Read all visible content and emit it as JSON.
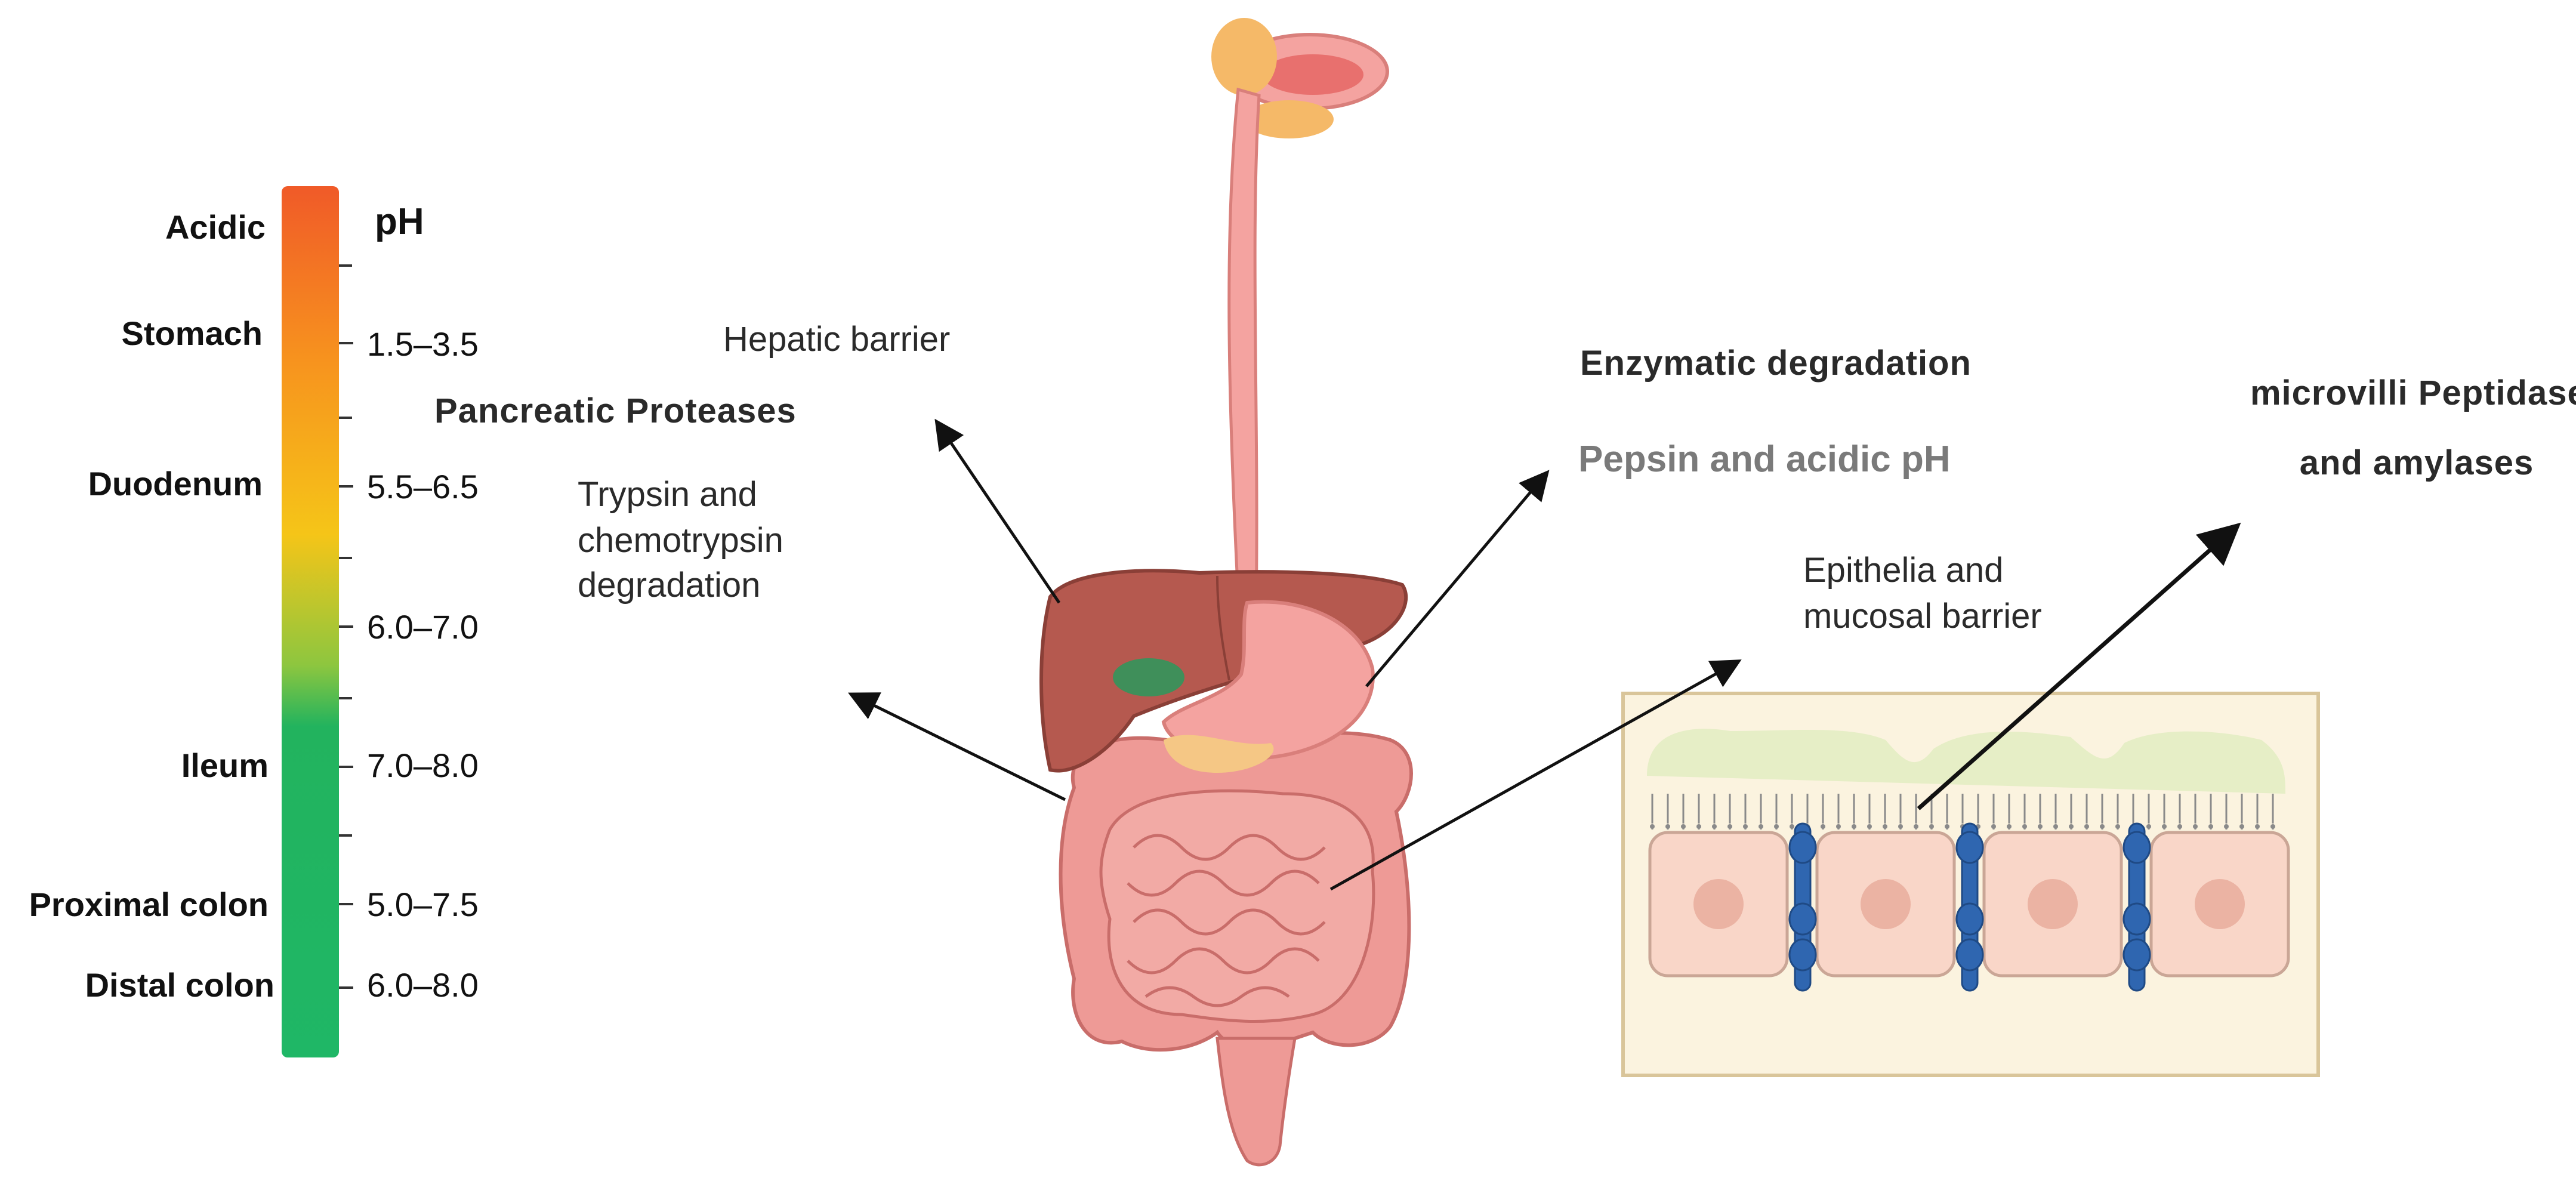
{
  "ph_scale": {
    "header_left": "Acidic",
    "header_right": "pH",
    "gradient_colors": [
      "#f05a28",
      "#f7931e",
      "#f5c518",
      "#8dc63f",
      "#22b35e",
      "#1fb766"
    ],
    "rows": [
      {
        "region": "Stomach",
        "range": "1.5–3.5"
      },
      {
        "region": "Duodenum",
        "range": "5.5–6.5"
      },
      {
        "region": "",
        "range": "6.0–7.0"
      },
      {
        "region": "Ileum",
        "range": "7.0–8.0"
      },
      {
        "region": "Proximal colon",
        "range": "5.0–7.5"
      },
      {
        "region": "Distal colon",
        "range": "6.0–8.0"
      }
    ]
  },
  "annotations": {
    "hepatic": "Hepatic barrier",
    "pancreatic": "Pancreatic Proteases",
    "trypsin_1": "Trypsin and",
    "trypsin_2": "chemotrypsin",
    "trypsin_3": "degradation",
    "enzymatic": "Enzymatic degradation",
    "pepsin": "Pepsin and acidic pH",
    "epithelia_1": "Epithelia and",
    "epithelia_2": "mucosal barrier",
    "microvilli_1": "microvilli Peptidases",
    "microvilli_2": "and amylases"
  },
  "colors": {
    "organ_pink": "#f4a3a0",
    "intestine": "#ee9a96",
    "liver": "#b5594f",
    "gallbladder": "#3f8f5a",
    "epithelium_box": "#fbf3df",
    "tight_junction": "#2f66b0"
  }
}
